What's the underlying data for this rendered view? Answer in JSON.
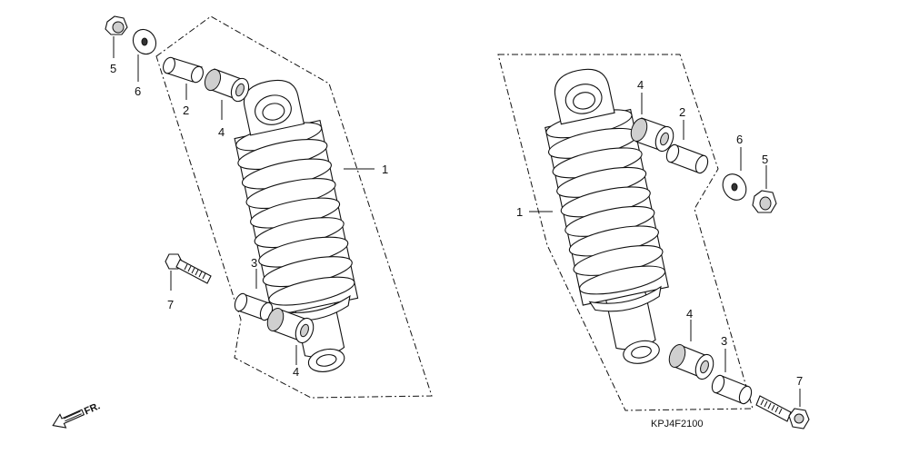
{
  "diagram": {
    "drawing_code": "KPJ4F2100",
    "direction_label": "FR.",
    "left_assembly": {
      "callouts": {
        "shock_absorber": "1",
        "collar_upper": "2",
        "collar_lower": "3",
        "bushing_upper": "4",
        "bushing_lower": "4",
        "cap_nut": "5",
        "washer": "6",
        "bolt": "7"
      }
    },
    "right_assembly": {
      "callouts": {
        "shock_absorber": "1",
        "collar_upper": "2",
        "collar_lower": "3",
        "bushing_upper": "4",
        "bushing_lower": "4",
        "cap_nut": "5",
        "washer": "6",
        "bolt": "7"
      }
    }
  }
}
